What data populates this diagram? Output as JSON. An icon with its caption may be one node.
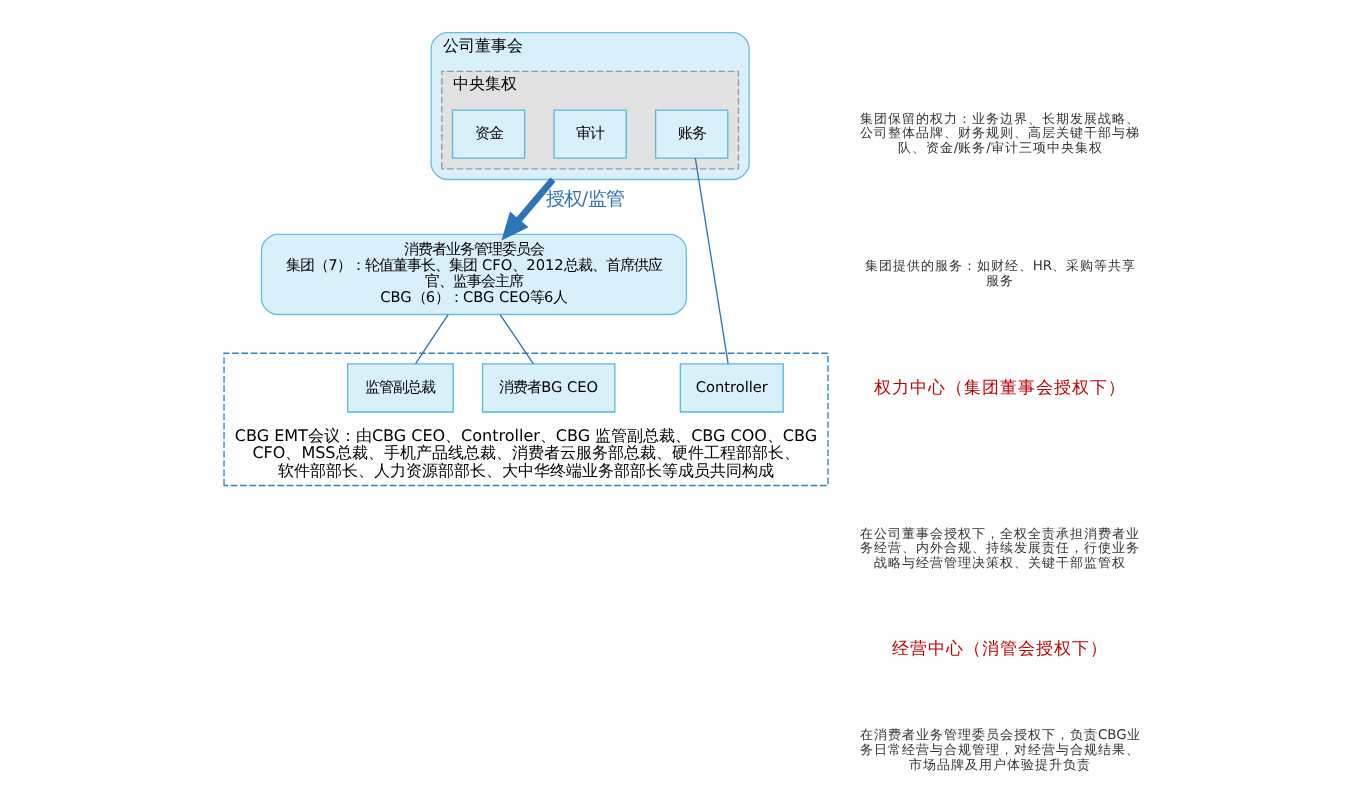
{
  "diagram": {
    "nodes": [
      {
        "text": [
          "公司董事会"
        ]
      },
      {
        "text": [
          "中央集权"
        ],
        "in": 0
      },
      {
        "text": [
          "审计"
        ],
        "in": 1
      },
      {
        "text": [
          "账务"
        ],
        "in": 1
      },
      {
        "text": [
          "资金"
        ],
        "in": 1
      },
      {
        "text": [
          "消费者业务管理委员会",
          "集团（7）：轮值董事长、集团 CFO、2012总裁、首席供应官、监事会主席",
          "CBG（6）：CBG CEO等6人"
        ]
      },
      {
        "text": [
          "CBG EMT会议：由CBG CEO、Controller、CBG 监管副总裁、CBG COO、CBG CFO、MSS总裁、手机产品线总裁、消费者云服务部总裁、硬件工程部部长、软件部部长、人力资源部部长、大中华终端业务部部长等成员共同构成"
        ]
      },
      {
        "text": [
          "监管副总裁"
        ],
        "in": 6
      },
      {
        "text": [
          "消费者BG CEO"
        ],
        "in": 6
      },
      {
        "text": [
          "Controller"
        ],
        "in": 6
      }
    ],
    "edges": [
      {
        "from": 0,
        "to": 5,
        "arrow": "to",
        "label": "授权/监管",
        "style": "thick"
      },
      {
        "from": 5,
        "to": 7,
        "arrow": "none"
      },
      {
        "from": 5,
        "to": 8,
        "arrow": "none"
      },
      {
        "from": 3,
        "to": 9,
        "arrow": "none"
      }
    ],
    "labels": [
      "集团保留的权力：业务边界、长期发展战略、公司整体品牌、财务规则、高层关键干部与梯队、资金/账务/审计三项中央集权",
      "集团提供的服务：如财经、HR、采购等共享服务",
      "权力中心（集团董事会授权下）",
      "在公司董事会授权下，全权全责承担消费者业务经营、内外合规、持续发展责任，行使业务战略与经营管理决策权、关键干部监管权",
      "经营中心（消管会授权下）",
      "在消费者业务管理委员会授权下，负责CBG业务日常经营与合规管理，对经营与合规结果、市场品牌及用户体验提升负责"
    ]
  }
}
